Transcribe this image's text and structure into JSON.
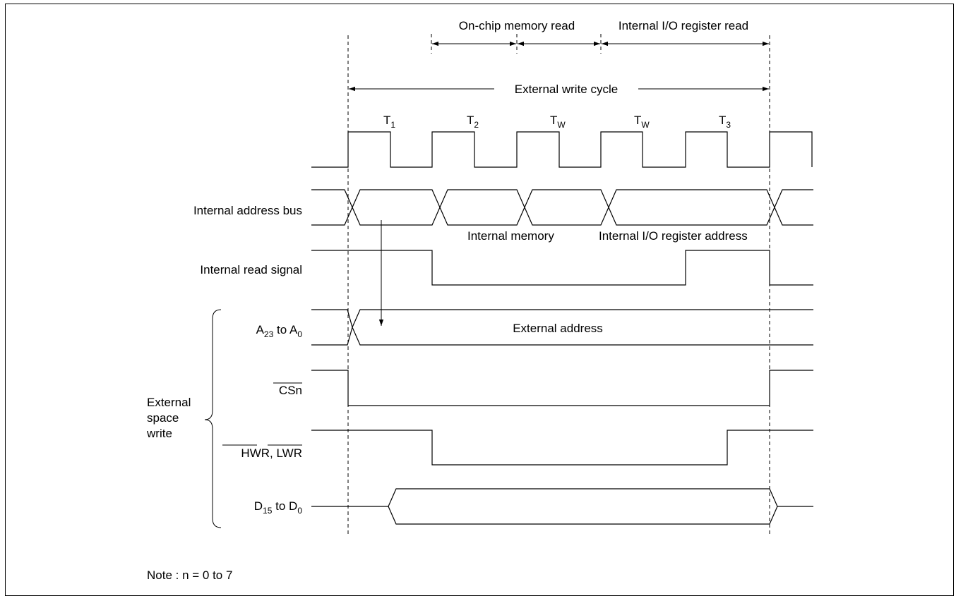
{
  "annotations": {
    "onchip_read": "On-chip memory read",
    "io_read": "Internal I/O register read",
    "ext_write_cycle": "External write cycle"
  },
  "states": [
    {
      "main": "T",
      "sub": "1"
    },
    {
      "main": "T",
      "sub": "2"
    },
    {
      "main": "T",
      "sub": "W"
    },
    {
      "main": "T",
      "sub": "W"
    },
    {
      "main": "T",
      "sub": "3"
    }
  ],
  "signals": {
    "addr_bus": "Internal address bus",
    "read_signal": "Internal read signal",
    "a_prefix": "A",
    "a_hi": "23",
    "a_mid": " to A",
    "a_lo": "0",
    "csn": "CSn",
    "hwr": "HWR",
    "comma": ", ",
    "lwr": "LWR",
    "d_prefix": "D",
    "d_hi": "15",
    "d_mid": " to D",
    "d_lo": "0"
  },
  "bus_labels": {
    "internal_memory": "Internal memory",
    "io_register_address": "Internal I/O register address",
    "external_address": "External address"
  },
  "group": {
    "line1": "External",
    "line2": "space",
    "line3": "write"
  },
  "note": "Note : n = 0 to 7"
}
